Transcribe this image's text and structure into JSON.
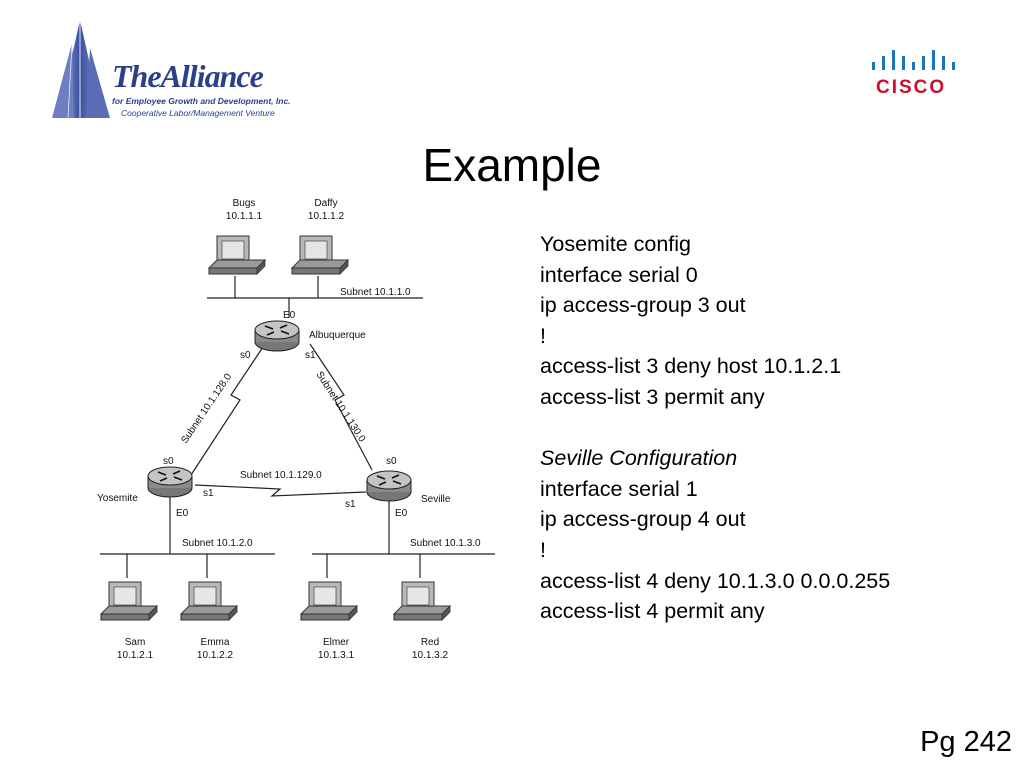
{
  "logos": {
    "alliance": {
      "name": "TheAlliance",
      "tagline": "for Employee Growth and Development, Inc.",
      "subtitle": "Cooperative Labor/Management Venture"
    },
    "cisco": {
      "name": "cisco"
    }
  },
  "title": "Example",
  "diagram": {
    "hosts": [
      {
        "name": "Bugs",
        "ip": "10.1.1.1"
      },
      {
        "name": "Daffy",
        "ip": "10.1.1.2"
      },
      {
        "name": "Sam",
        "ip": "10.1.2.1"
      },
      {
        "name": "Emma",
        "ip": "10.1.2.2"
      },
      {
        "name": "Elmer",
        "ip": "10.1.3.1"
      },
      {
        "name": "Red",
        "ip": "10.1.3.2"
      }
    ],
    "routers": {
      "albuquerque": "Albuquerque",
      "yosemite": "Yosemite",
      "seville": "Seville"
    },
    "subnets": {
      "top": "Subnet 10.1.1.0",
      "left_link": "Subnet 10.1.128.0",
      "right_link": "Subnet 10.1.130.0",
      "bottom_link": "Subnet 10.1.129.0",
      "lan_left": "Subnet 10.1.2.0",
      "lan_right": "Subnet 10.1.3.0"
    },
    "interfaces": {
      "e0": "E0",
      "s0": "s0",
      "s1": "s1"
    }
  },
  "config": {
    "yosemite": [
      "Yosemite config",
      "interface serial 0",
      "ip access-group 3 out",
      "!",
      "access-list 3 deny host 10.1.2.1",
      "access-list 3 permit any"
    ],
    "seville_title": "Seville Configuration",
    "seville": [
      "interface serial 1",
      "ip access-group 4 out",
      "!",
      "access-list 4 deny 10.1.3.0 0.0.0.255",
      "access-list 4 permit any"
    ]
  },
  "page_number": "Pg 242",
  "colors": {
    "alliance_blue": "#2b3f8c",
    "cisco_red": "#c8102e",
    "cisco_blue": "#1b75bb"
  }
}
